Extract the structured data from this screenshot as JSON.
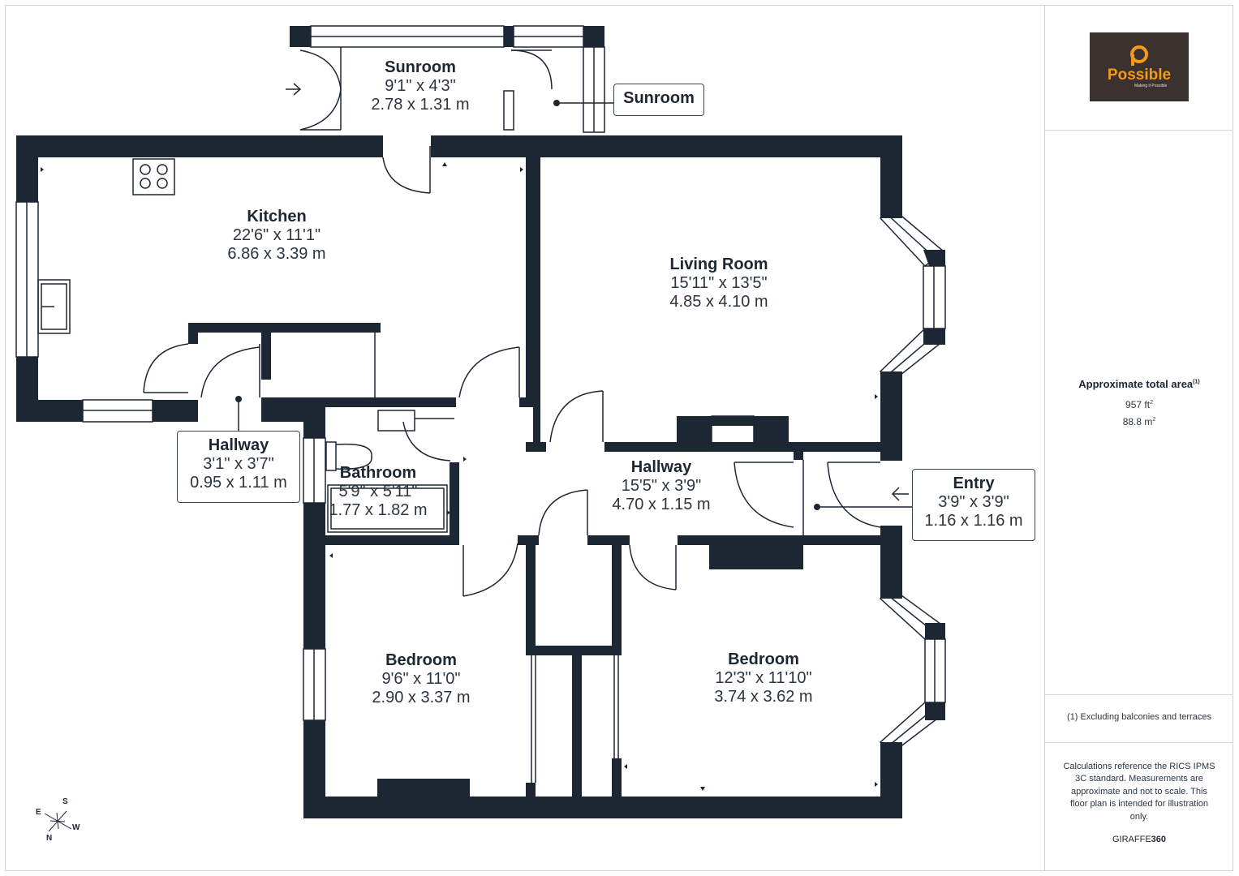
{
  "rooms": {
    "sunroom": {
      "name": "Sunroom",
      "dim_imperial": "9'1\" x 4'3\"",
      "dim_metric": "2.78 x 1.31 m"
    },
    "kitchen": {
      "name": "Kitchen",
      "dim_imperial": "22'6\" x 11'1\"",
      "dim_metric": "6.86 x 3.39 m"
    },
    "living_room": {
      "name": "Living Room",
      "dim_imperial": "15'11\" x 13'5\"",
      "dim_metric": "4.85 x 4.10 m"
    },
    "hallway_main": {
      "name": "Hallway",
      "dim_imperial": "15'5\" x 3'9\"",
      "dim_metric": "4.70 x 1.15 m"
    },
    "bathroom": {
      "name": "Bathroom",
      "dim_imperial": "5'9\" x 5'11\"",
      "dim_metric": "1.77 x 1.82 m"
    },
    "bedroom_left": {
      "name": "Bedroom",
      "dim_imperial": "9'6\" x 11'0\"",
      "dim_metric": "2.90 x 3.37 m"
    },
    "bedroom_right": {
      "name": "Bedroom",
      "dim_imperial": "12'3\" x 11'10\"",
      "dim_metric": "3.74 x 3.62 m"
    }
  },
  "callouts": {
    "sunroom": {
      "name": "Sunroom"
    },
    "hallway_small": {
      "name": "Hallway",
      "dim_imperial": "3'1\" x 3'7\"",
      "dim_metric": "0.95 x 1.11 m"
    },
    "entry": {
      "name": "Entry",
      "dim_imperial": "3'9\" x 3'9\"",
      "dim_metric": "1.16 x 1.16 m"
    }
  },
  "compass": {
    "e": "E",
    "s": "S",
    "n": "N",
    "w": "W"
  },
  "sidebar": {
    "logo_text": "Possible",
    "logo_tagline": "Making it Possible",
    "area_title": "Approximate total area",
    "area_footnote_mark": "(1)",
    "area_sqft": "957 ft",
    "area_sqft_sup": "2",
    "area_sqm": "88.8 m",
    "area_sqm_sup": "2",
    "footnote": "(1) Excluding balconies and terraces",
    "disclaimer": "Calculations reference the RICS IPMS 3C standard. Measurements are approximate and not to scale. This floor plan is intended for illustration only.",
    "brand_light": "GIRAFFE",
    "brand_bold": "360"
  },
  "colors": {
    "wall": "#1d2733",
    "logo_bg": "#3b3230",
    "logo_orange": "#f39a1c"
  }
}
